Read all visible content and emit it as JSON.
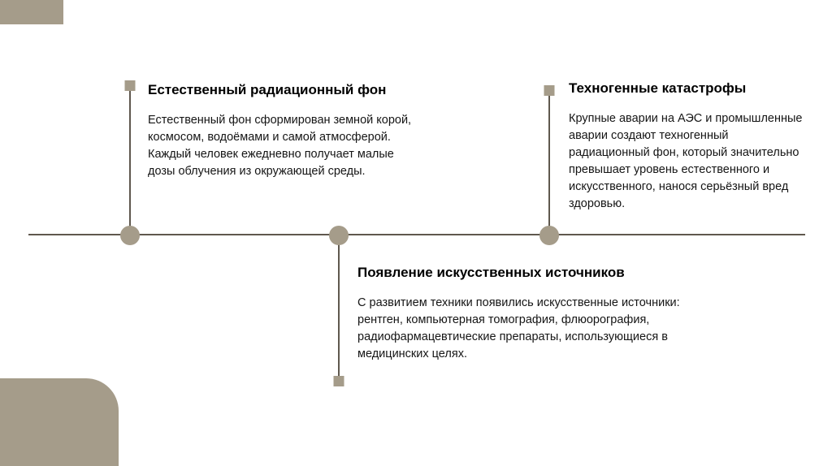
{
  "colors": {
    "accent": "#a59c8a",
    "line": "#5f584e"
  },
  "timeline": {
    "items": [
      {
        "title": "Естественный радиационный фон",
        "body": "Естественный фон сформирован земной корой, космосом, водоёмами и самой атмосферой. Каждый человек ежедневно получает малые дозы облучения из окружающей среды.",
        "position": "top"
      },
      {
        "title": "Появление искусственных источников",
        "body": "С развитием техники появились искусственные источники: рентген, компьютерная томография, флюорография, радиофармацевтические препараты, использующиеся в медицинских целях.",
        "position": "bottom"
      },
      {
        "title": "Техногенные катастрофы",
        "body": "Крупные аварии на АЭС и промышленные аварии создают техногенный радиационный фон, который значительно превышает уровень естественного и искусственного, нанося серьёзный вред здоровью.",
        "position": "top"
      }
    ]
  }
}
